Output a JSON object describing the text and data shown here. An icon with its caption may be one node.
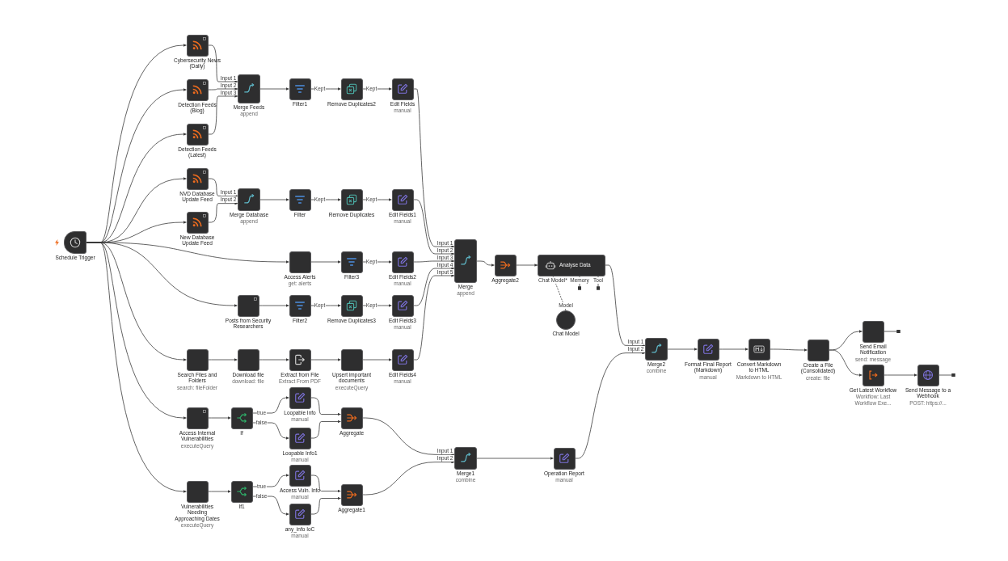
{
  "diagram": {
    "nodes": [
      {
        "text": [
          "Schedule Trigger"
        ]
      },
      {
        "text": [
          "Cybersecurity News (Daily)"
        ]
      },
      {
        "text": [
          "Detection Feeds (Blog)"
        ]
      },
      {
        "text": [
          "Detection Feeds (Latest)"
        ]
      },
      {
        "text": [
          "NVD Database Update Feed"
        ]
      },
      {
        "text": [
          "New Database Update Feed"
        ]
      },
      {
        "text": [
          "Merge Feeds",
          "append"
        ],
        "beside": [
          "Input 1",
          "Input 2",
          "Input 3"
        ]
      },
      {
        "text": [
          "Merge Database",
          "append"
        ],
        "beside": [
          "Input 1",
          "Input 2"
        ]
      },
      {
        "text": [
          "Filter1"
        ]
      },
      {
        "text": [
          "Remove Duplicates2"
        ]
      },
      {
        "text": [
          "Edit Fields",
          "manual"
        ]
      },
      {
        "text": [
          "Filter"
        ]
      },
      {
        "text": [
          "Remove Duplicates"
        ]
      },
      {
        "text": [
          "Edit Fields1",
          "manual"
        ]
      },
      {
        "text": [
          "Access Alerts",
          "get: alerts"
        ]
      },
      {
        "text": [
          "Filter3"
        ]
      },
      {
        "text": [
          "Edit Fields2",
          "manual"
        ]
      },
      {
        "text": [
          "Posts from Security Researchers"
        ]
      },
      {
        "text": [
          "Filter2"
        ]
      },
      {
        "text": [
          "Remove Duplicates3"
        ]
      },
      {
        "text": [
          "Edit Fields3",
          "manual"
        ]
      },
      {
        "text": [
          "Search Files and Folders",
          "search: fileFolder"
        ]
      },
      {
        "text": [
          "Download file",
          "download: file"
        ]
      },
      {
        "text": [
          "Extract from File",
          "Extract From PDF"
        ]
      },
      {
        "text": [
          "Upsert important documents",
          "executeQuery"
        ]
      },
      {
        "text": [
          "Edit Fields4",
          "manual"
        ]
      },
      {
        "text": [
          "Merge",
          "append"
        ],
        "beside": [
          "Input 1",
          "Input 2",
          "Input 3",
          "Input 4",
          "Input 5"
        ]
      },
      {
        "text": [
          "Aggregate2"
        ]
      },
      {
        "text": [
          "Analyse Data"
        ],
        "beside": [
          "Chat Model*",
          "Memory",
          "Tool"
        ]
      },
      {
        "text": [
          "Chat Model"
        ],
        "beside": [
          "Model"
        ]
      },
      {
        "text": [
          "Access Internal Vulnerabilities",
          "executeQuery"
        ]
      },
      {
        "text": [
          "If"
        ]
      },
      {
        "text": [
          "Loopable Info",
          "manual"
        ]
      },
      {
        "text": [
          "Loopable Info1",
          "manual"
        ]
      },
      {
        "text": [
          "Aggregate"
        ]
      },
      {
        "text": [
          "Vulnerabilities Needing Approaching Dates",
          "executeQuery"
        ]
      },
      {
        "text": [
          "If1"
        ]
      },
      {
        "text": [
          "Access Vuln. Info",
          "manual"
        ]
      },
      {
        "text": [
          "any_info IoC",
          "manual"
        ]
      },
      {
        "text": [
          "Aggregate1"
        ]
      },
      {
        "text": [
          "Merge1",
          "combine"
        ],
        "beside": [
          "Input 1",
          "Input 2"
        ]
      },
      {
        "text": [
          "Operation Report",
          "manual"
        ]
      },
      {
        "text": [
          "Merge2",
          "combine"
        ],
        "beside": [
          "Input 1",
          "Input 2"
        ]
      },
      {
        "text": [
          "Format Final Report (Markdown)",
          "manual"
        ]
      },
      {
        "text": [
          "Convert Markdown to HTML",
          "Markdown to HTML"
        ]
      },
      {
        "text": [
          "Create a File (Consolidated)",
          "create: file"
        ]
      },
      {
        "text": [
          "Send Email Notification",
          "send: message"
        ]
      },
      {
        "text": [
          "Get Latest Workflow",
          "Workflow: Last Workflow Exe..."
        ]
      },
      {
        "text": [
          "Send Message to a Webhook",
          "POST: https://..."
        ]
      }
    ],
    "edges": [
      {
        "from": 0,
        "to": 1,
        "arrow": "to"
      },
      {
        "from": 0,
        "to": 2,
        "arrow": "to"
      },
      {
        "from": 0,
        "to": 3,
        "arrow": "to"
      },
      {
        "from": 0,
        "to": 4,
        "arrow": "to"
      },
      {
        "from": 0,
        "to": 5,
        "arrow": "to"
      },
      {
        "from": 0,
        "to": 14,
        "arrow": "to"
      },
      {
        "from": 0,
        "to": 17,
        "arrow": "to"
      },
      {
        "from": 0,
        "to": 21,
        "arrow": "to"
      },
      {
        "from": 0,
        "to": 30,
        "arrow": "to"
      },
      {
        "from": 0,
        "to": 35,
        "arrow": "to"
      },
      {
        "from": 1,
        "to": 6,
        "arrow": "to"
      },
      {
        "from": 2,
        "to": 6,
        "arrow": "to"
      },
      {
        "from": 3,
        "to": 6,
        "arrow": "to"
      },
      {
        "from": 4,
        "to": 7,
        "arrow": "to"
      },
      {
        "from": 5,
        "to": 7,
        "arrow": "to"
      },
      {
        "from": 6,
        "to": 8,
        "arrow": "to"
      },
      {
        "from": 8,
        "to": 9,
        "arrow": "to",
        "label": "Kept"
      },
      {
        "from": 9,
        "to": 10,
        "arrow": "to",
        "label": "Kept"
      },
      {
        "from": 10,
        "to": 26,
        "arrow": "to"
      },
      {
        "from": 7,
        "to": 11,
        "arrow": "to"
      },
      {
        "from": 11,
        "to": 12,
        "arrow": "to",
        "label": "Kept"
      },
      {
        "from": 12,
        "to": 13,
        "arrow": "to",
        "label": "Kept"
      },
      {
        "from": 13,
        "to": 26,
        "arrow": "to"
      },
      {
        "from": 14,
        "to": 15,
        "arrow": "to"
      },
      {
        "from": 15,
        "to": 16,
        "arrow": "to",
        "label": "Kept"
      },
      {
        "from": 16,
        "to": 26,
        "arrow": "to"
      },
      {
        "from": 17,
        "to": 18,
        "arrow": "to"
      },
      {
        "from": 18,
        "to": 19,
        "arrow": "to",
        "label": "Kept"
      },
      {
        "from": 19,
        "to": 20,
        "arrow": "to",
        "label": "Kept"
      },
      {
        "from": 20,
        "to": 26,
        "arrow": "to"
      },
      {
        "from": 21,
        "to": 22,
        "arrow": "to"
      },
      {
        "from": 22,
        "to": 23,
        "arrow": "to"
      },
      {
        "from": 23,
        "to": 24,
        "arrow": "to"
      },
      {
        "from": 24,
        "to": 25,
        "arrow": "to"
      },
      {
        "from": 25,
        "to": 26,
        "arrow": "to"
      },
      {
        "from": 26,
        "to": 27,
        "arrow": "to"
      },
      {
        "from": 27,
        "to": 28,
        "arrow": "to"
      },
      {
        "from": 28,
        "to": 42,
        "arrow": "to"
      },
      {
        "from": 29,
        "to": 28,
        "arrow": "none",
        "style": "dashed"
      },
      {
        "from": 28,
        "to": null,
        "arrow": "other"
      },
      {
        "from": 28,
        "to": null,
        "arrow": "other"
      },
      {
        "from": 30,
        "to": 31,
        "arrow": "to"
      },
      {
        "from": 31,
        "to": 32,
        "arrow": "to",
        "label": "true"
      },
      {
        "from": 31,
        "to": 33,
        "arrow": "to",
        "label": "false"
      },
      {
        "from": 32,
        "to": 34,
        "arrow": "to"
      },
      {
        "from": 33,
        "to": 34,
        "arrow": "to"
      },
      {
        "from": 34,
        "to": 40,
        "arrow": "to"
      },
      {
        "from": 35,
        "to": 36,
        "arrow": "to"
      },
      {
        "from": 36,
        "to": 37,
        "arrow": "to",
        "label": "true"
      },
      {
        "from": 36,
        "to": 38,
        "arrow": "to",
        "label": "false"
      },
      {
        "from": 37,
        "to": 39,
        "arrow": "to"
      },
      {
        "from": 38,
        "to": 39,
        "arrow": "to"
      },
      {
        "from": 39,
        "to": 40,
        "arrow": "to"
      },
      {
        "from": 40,
        "to": 41,
        "arrow": "to"
      },
      {
        "from": 41,
        "to": 42,
        "arrow": "to"
      },
      {
        "from": 42,
        "to": 43,
        "arrow": "to"
      },
      {
        "from": 43,
        "to": 44,
        "arrow": "to"
      },
      {
        "from": 44,
        "to": 45,
        "arrow": "to"
      },
      {
        "from": 45,
        "to": 46,
        "arrow": "to"
      },
      {
        "from": 45,
        "to": 47,
        "arrow": "to"
      },
      {
        "from": 47,
        "to": 48,
        "arrow": "to"
      },
      {
        "from": 46,
        "to": null,
        "arrow": "other"
      },
      {
        "from": 48,
        "to": null,
        "arrow": "other"
      }
    ]
  }
}
